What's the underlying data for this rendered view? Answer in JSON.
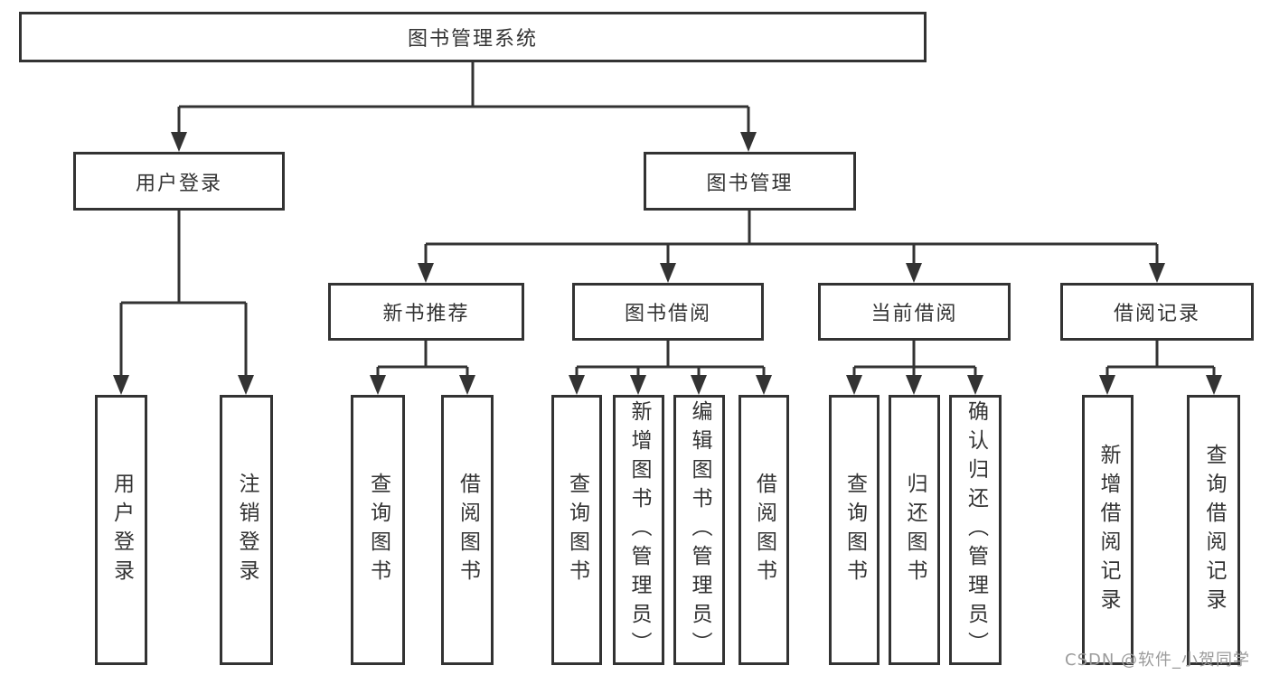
{
  "tree": {
    "root": {
      "label": "图书管理系统"
    },
    "level2": [
      {
        "label": "用户登录"
      },
      {
        "label": "图书管理"
      }
    ],
    "level3": [
      {
        "label": "新书推荐"
      },
      {
        "label": "图书借阅"
      },
      {
        "label": "当前借阅"
      },
      {
        "label": "借阅记录"
      }
    ],
    "leaves": {
      "user_login": [
        {
          "label": "用户登录"
        },
        {
          "label": "注销登录"
        }
      ],
      "new_book_recommend": [
        {
          "label": "查询图书"
        },
        {
          "label": "借阅图书"
        }
      ],
      "book_borrow": [
        {
          "label": "查询图书"
        },
        {
          "label": "新增图书（管理员）"
        },
        {
          "label": "编辑图书（管理员）"
        },
        {
          "label": "借阅图书"
        }
      ],
      "current_borrow": [
        {
          "label": "查询图书"
        },
        {
          "label": "归还图书"
        },
        {
          "label": "确认归还（管理员）"
        }
      ],
      "borrow_records": [
        {
          "label": "新增借阅记录"
        },
        {
          "label": "查询借阅记录"
        }
      ]
    }
  },
  "watermark": {
    "text": "CSDN @软件_小贺同学"
  },
  "colors": {
    "line": "#333333",
    "box_border": "#333333",
    "text": "#333333",
    "watermark": "#9b9b9b",
    "background": "#ffffff"
  }
}
